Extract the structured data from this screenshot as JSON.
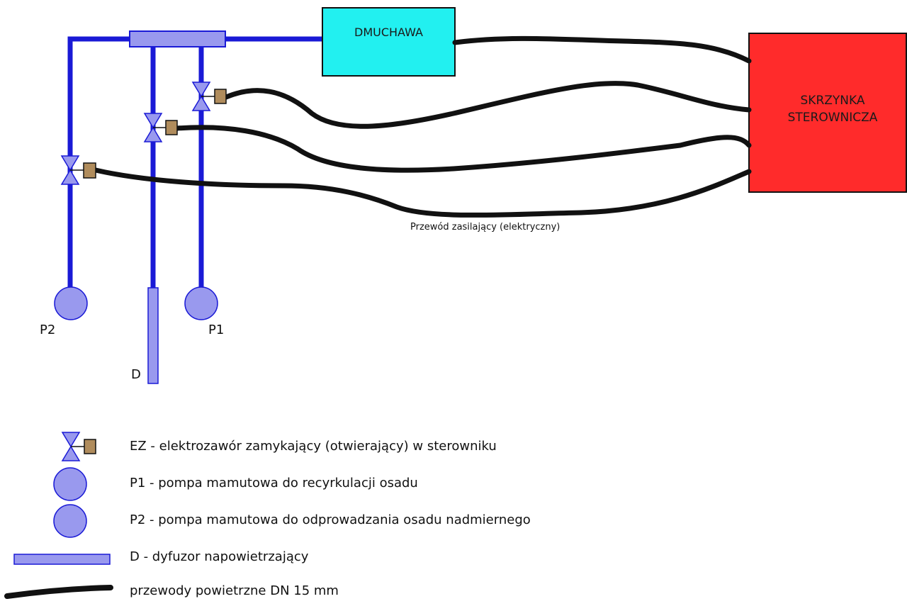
{
  "diagram": {
    "blower_label": "DMUCHAWA",
    "control_box_label_line1": "SKRZYNKA",
    "control_box_label_line2": "STEROWNICZA",
    "power_cable_label": "Przewód zasilający (elektryczny)",
    "pump_p2_label": "P2",
    "pump_p1_label": "P1",
    "diffuser_label": "D"
  },
  "legend": {
    "valve_text": "EZ - elektrozawór zamykający (otwierający) w sterowniku",
    "p1_text": "P1 - pompa mamutowa do recyrkulacji osadu",
    "p2_text": "P2 - pompa mamutowa do odprowadzania osadu nadmiernego",
    "diffuser_text": "D - dyfuzor napowietrzający",
    "pipe_text": "przewody powietrzne DN 15 mm"
  },
  "colors": {
    "pipe": "#1a1ad6",
    "blower": "#22f0f0",
    "control_box": "#ff2b2b",
    "component": "#9999ee",
    "actuator": "#b08c5c",
    "cable": "#111111"
  }
}
